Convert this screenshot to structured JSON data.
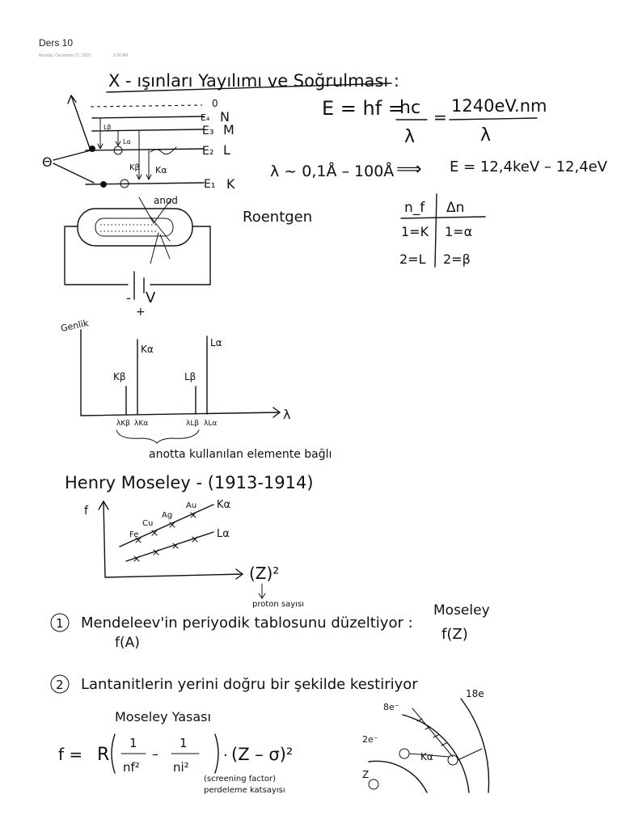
{
  "note": {
    "title": "Ders 10",
    "date": "Monday, December 21, 2020",
    "time": "9:30 AM"
  },
  "heading": "X - ışınları Yayılımı ve Soğrulması :",
  "energy_diagram": {
    "levels": [
      {
        "energy": "0",
        "shell": ""
      },
      {
        "energy": "E₄",
        "shell": "N"
      },
      {
        "energy": "E₃",
        "shell": "M"
      },
      {
        "energy": "E₂",
        "shell": "L"
      },
      {
        "energy": "E₁",
        "shell": "K"
      }
    ],
    "electron_symbol": "Θ",
    "transitions": [
      "Lβ",
      "Lα",
      "Kβ",
      "Kα"
    ]
  },
  "formulas": {
    "energy_lhs": "E = hf =",
    "hc": "hc",
    "lambda": "λ",
    "equals": "=",
    "energy_const": "1240eV.nm",
    "range": "λ ~ 0,1Å – 100Å",
    "arrow": "⟹",
    "energy_range": "E = 12,4keV – 12,4eV"
  },
  "tube": {
    "anode_label": "anod",
    "name": "Roentgen",
    "minus": "-",
    "voltage": "V",
    "plus": "+"
  },
  "series_table": {
    "headers": [
      "n_f",
      "Δn"
    ],
    "rows": [
      [
        "1=K",
        "1=α"
      ],
      [
        "2=L",
        "2=β"
      ]
    ]
  },
  "spectrum": {
    "y_label": "Genlik",
    "x_label": "λ",
    "peaks": [
      "Kβ",
      "Kα",
      "Lβ",
      "Lα"
    ],
    "lambda_ticks": [
      "λKβ",
      "λKα",
      "λLβ",
      "λLα"
    ],
    "note": "anotta kullanılan elemente bağlı"
  },
  "moseley": {
    "title": "Henry Moseley - (1913-1914)",
    "y_label": "f",
    "x_label": "(Z)²",
    "z_sub_label": "proton sayısı",
    "k_line": "Kα",
    "l_line": "Lα",
    "elements": [
      "Fe",
      "Cu",
      "Ag",
      "Au"
    ]
  },
  "points": [
    {
      "number": "1",
      "text": "Mendeleev'in periyodik tablosunu düzeltiyor :",
      "sub": "f(A)",
      "aside_name": "Moseley",
      "aside_expr": "f(Z)"
    },
    {
      "number": "2",
      "text": "Lantanitlerin yerini doğru bir şekilde kestiriyor"
    }
  ],
  "law": {
    "title": "Moseley Yasası",
    "f_eq": "f =",
    "R": "R",
    "one": "1",
    "nf2": "nf²",
    "minus": "–",
    "ni2": "ni²",
    "dot": "·",
    "z_sigma": "(Z – σ)²",
    "screening": "(screening factor)",
    "screening_tr": "perdeleme katsayısı"
  },
  "shell_sketch": {
    "labels": [
      "8e⁻",
      "18e",
      "2e⁻",
      "Z"
    ],
    "transition": "Kα"
  }
}
